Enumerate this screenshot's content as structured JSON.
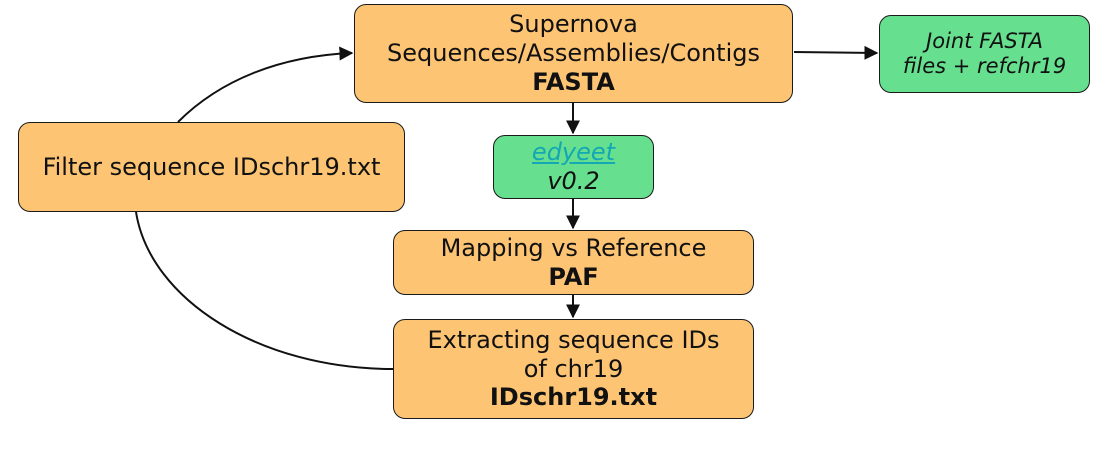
{
  "nodes": {
    "supernova": {
      "line1": "Supernova",
      "line2": "Sequences/Assemblies/Contigs",
      "format": "FASTA"
    },
    "joint": {
      "line1": "Joint FASTA",
      "line2": "files + refchr19"
    },
    "edyeet": {
      "tool": "edyeet",
      "version": "v0.2"
    },
    "filter": {
      "label": "Filter sequence IDschr19.txt"
    },
    "mapping": {
      "line1": "Mapping vs Reference",
      "format": "PAF"
    },
    "extract": {
      "line1": "Extracting sequence IDs",
      "line2": "of chr19",
      "format": "IDschr19.txt"
    }
  },
  "colors": {
    "process_fill": "#fdc474",
    "tool_fill": "#66df8f",
    "link": "#14a7b4",
    "stroke": "#1a1a1a"
  }
}
